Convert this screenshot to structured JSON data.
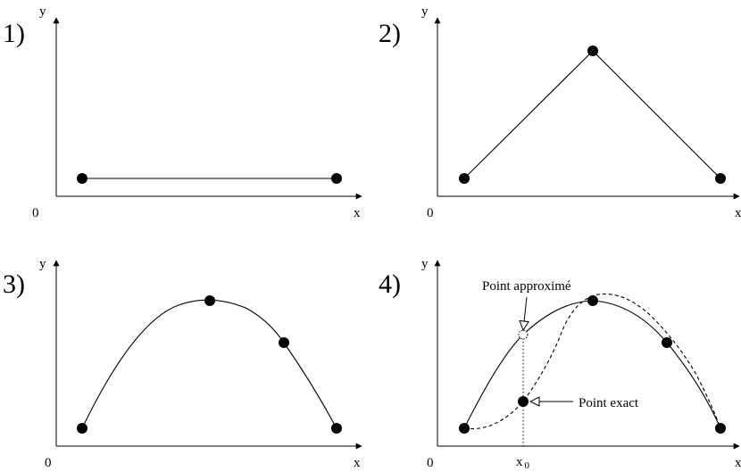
{
  "panels": [
    {
      "label": "1)",
      "y_axis": "y",
      "origin": "0",
      "x_axis": "x"
    },
    {
      "label": "2)",
      "y_axis": "y",
      "origin": "0",
      "x_axis": "x"
    },
    {
      "label": "3)",
      "y_axis": "y",
      "origin": "0",
      "x_axis": "x"
    },
    {
      "label": "4)",
      "y_axis": "y",
      "origin": "0",
      "x_axis": "x"
    }
  ],
  "annotations": {
    "approx_point": "Point approximé",
    "exact_point": "Point exact",
    "x0_main": "x",
    "x0_sub": "0"
  }
}
